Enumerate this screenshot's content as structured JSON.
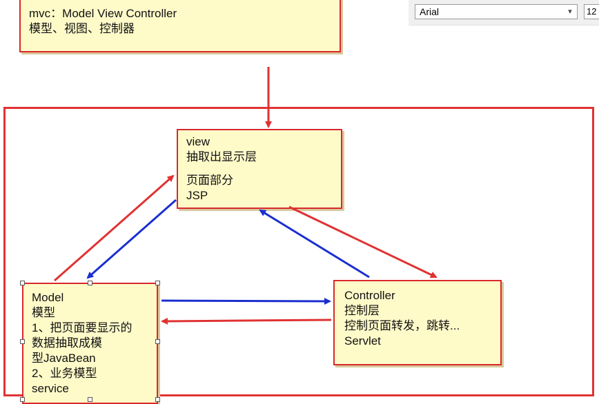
{
  "toolbar": {
    "font_name": "Arial",
    "font_size": "12",
    "dropdown_icon": "chevron-down-icon"
  },
  "mvc_note": {
    "line1": "mvc：Model View Controller",
    "line2": "模型、视图、控制器"
  },
  "view_box": {
    "title": "view",
    "line2": "抽取出显示层",
    "line3": "页面部分",
    "line4": "JSP"
  },
  "model_box": {
    "lines": [
      "Model",
      "模型",
      "1、把页面要显示的",
      "数据抽取成模",
      "型JavaBean",
      "2、业务模型",
      "service"
    ]
  },
  "controller_box": {
    "lines": [
      "Controller",
      "控制层",
      "控制页面转发，跳转...",
      "Servlet"
    ]
  },
  "colors": {
    "box_fill": "#fffbc9",
    "box_border": "#d8282b",
    "red_arrow": "#e03232",
    "blue_arrow": "#1a2fd0"
  }
}
